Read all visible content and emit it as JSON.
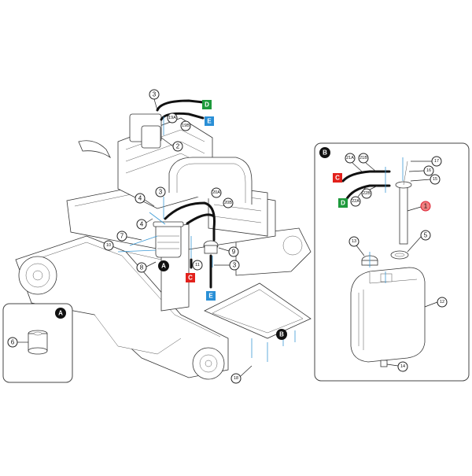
{
  "figure": {
    "callouts": {
      "c1": "1",
      "c2": "2",
      "c3a": "3",
      "c3b": "3",
      "c3c": "3",
      "c4a": "4",
      "c4b": "4",
      "c5": "5",
      "c6": "6",
      "c7": "7",
      "c8": "8",
      "c9": "9",
      "c10": "10",
      "c11": "11",
      "c12": "12",
      "c13": "13",
      "c14": "14",
      "c15": "15",
      "c16": "16",
      "c17": "17",
      "c18": "18",
      "c19a": "19A",
      "c19b": "19B",
      "c20a": "20A",
      "c20b": "20B",
      "c21a": "21A",
      "c21b": "21B",
      "c22a": "22A",
      "c22b": "22B"
    },
    "tags": {
      "c_main": "C",
      "d_main": "D",
      "e_main": "E",
      "e_lower": "E",
      "c_detail": "C",
      "d_detail": "D"
    },
    "views": {
      "a_main": "A",
      "b_main": "B",
      "a_panel": "A",
      "b_panel": "B"
    },
    "colors": {
      "tag_red": "#e2211c",
      "tag_green": "#1e9a3c",
      "tag_blue": "#2a8fd6",
      "highlight_callout": "#f08080",
      "leader_blue": "#3c9ad6"
    }
  }
}
